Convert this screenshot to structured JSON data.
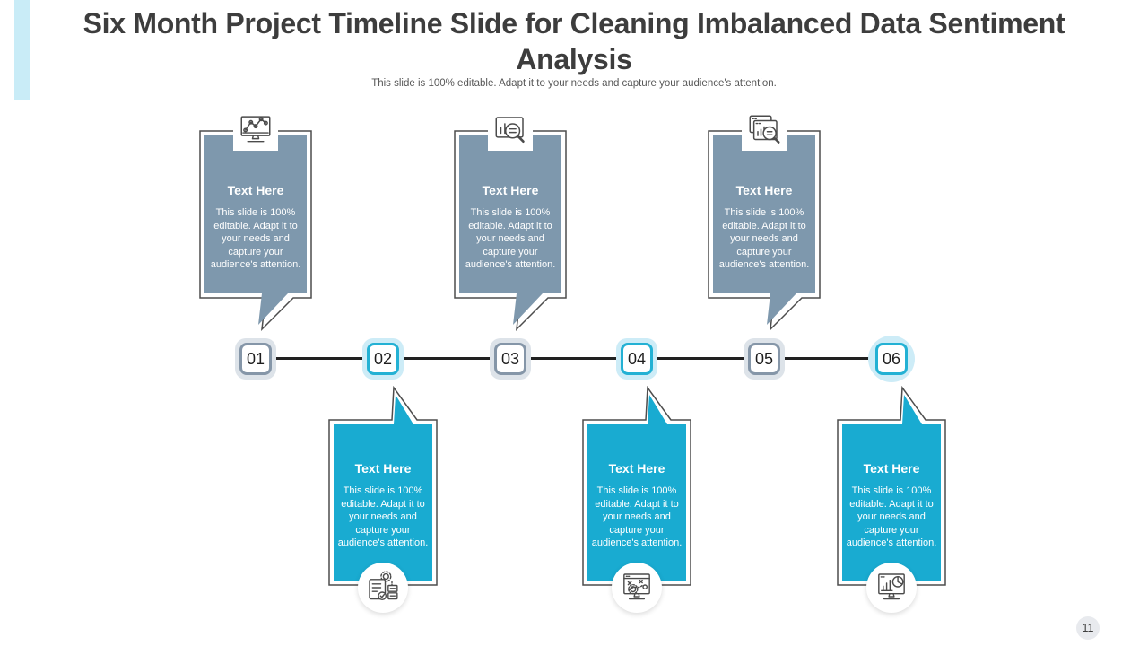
{
  "slide": {
    "title": "Six Month Project Timeline Slide for Cleaning Imbalanced Data Sentiment Analysis",
    "subtitle": "This slide is 100% editable. Adapt it to your needs and capture your audience's attention.",
    "page_number": "11"
  },
  "colors": {
    "slate_fill": "#7E98AD",
    "cyan_fill": "#19ABD1",
    "callout_outline": "#4D4D4D",
    "node_gray_border": "#8596A8",
    "node_gray_halo": "#DDE3E9",
    "node_cyan_border": "#23B1D4",
    "node_cyan_halo": "#CDECF7",
    "accent_bar": "#C9ECF7",
    "connector_line": "#212121"
  },
  "timeline": {
    "nodes": [
      {
        "number": "01",
        "style": "gray"
      },
      {
        "number": "02",
        "style": "cyan"
      },
      {
        "number": "03",
        "style": "gray"
      },
      {
        "number": "04",
        "style": "cyan"
      },
      {
        "number": "05",
        "style": "gray"
      },
      {
        "number": "06",
        "style": "cyan"
      }
    ],
    "callouts": [
      {
        "node": "01",
        "position": "top",
        "icon": "monitor-line-chart-icon",
        "title": "Text Here",
        "body": "This slide is 100% editable. Adapt it to your needs and capture your audience's attention."
      },
      {
        "node": "02",
        "position": "bottom",
        "icon": "document-gear-checklist-icon",
        "title": "Text Here",
        "body": "This slide is 100% editable. Adapt it to your needs and capture your audience's attention."
      },
      {
        "node": "03",
        "position": "top",
        "icon": "report-search-icon",
        "title": "Text Here",
        "body": "This slide is 100% editable. Adapt it to your needs and capture your audience's attention."
      },
      {
        "node": "04",
        "position": "bottom",
        "icon": "strategy-monitor-icon",
        "title": "Text Here",
        "body": "This slide is 100% editable. Adapt it to your needs and capture your audience's attention."
      },
      {
        "node": "05",
        "position": "top",
        "icon": "browser-analytics-search-icon",
        "title": "Text Here",
        "body": "This slide is 100% editable. Adapt it to your needs and capture your audience's attention."
      },
      {
        "node": "06",
        "position": "bottom",
        "icon": "dashboard-monitor-icon",
        "title": "Text Here",
        "body": "This slide is 100% editable. Adapt it to your needs and capture your audience's attention."
      }
    ]
  }
}
